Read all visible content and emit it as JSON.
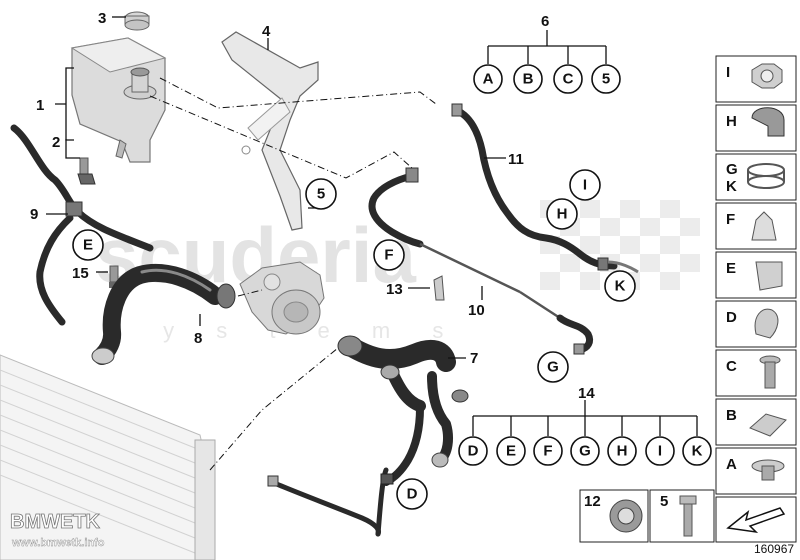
{
  "watermark": {
    "main": "scuderia",
    "sub": "s y s t e m s"
  },
  "callouts": {
    "n1": "1",
    "n2": "2",
    "n3": "3",
    "n4": "4",
    "n5": "5",
    "n6": "6",
    "n7": "7",
    "n8": "8",
    "n9": "9",
    "n10": "10",
    "n11": "11",
    "n13": "13",
    "n14": "14",
    "n15": "15"
  },
  "group6": [
    "A",
    "B",
    "C",
    "5"
  ],
  "group14": [
    "D",
    "E",
    "F",
    "G",
    "H",
    "I",
    "K"
  ],
  "diagram_letters": {
    "i": "I",
    "h": "H",
    "k": "K",
    "f": "F",
    "g": "G",
    "e": "E",
    "d": "D",
    "five": "5"
  },
  "side_panel": [
    "I",
    "H",
    "G\nK",
    "F",
    "E",
    "D",
    "C",
    "B",
    "A"
  ],
  "bottom_boxes": {
    "left": "12",
    "right": "5"
  },
  "doc_number": "160967",
  "logo": {
    "line1": "BMWETK",
    "line2": "www.bmwetk.info"
  }
}
